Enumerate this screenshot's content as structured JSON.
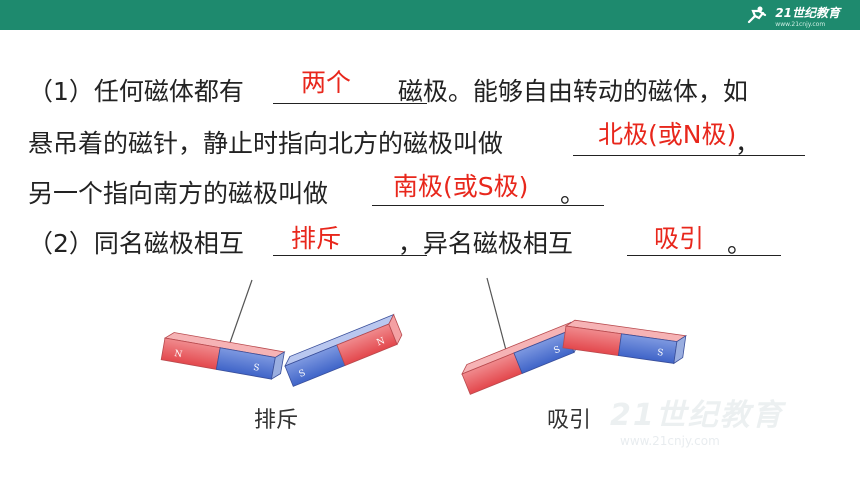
{
  "header": {
    "logo_text": "21世纪教育",
    "logo_url": "www.21cnjy.com"
  },
  "question1": {
    "line1_prefix": "（1）任何磁体都有",
    "line1_suffix": "磁极。能够自由转动的磁体，如",
    "answer1": "两个",
    "line2_text": "悬吊着的磁针，静止时指向北方的磁极叫做",
    "line2_end": "，",
    "answer2": "北极(或N极)",
    "line3_text": "另一个指向南方的磁极叫做",
    "line3_end": "。",
    "answer3": "南极(或S极)"
  },
  "question2": {
    "prefix": "（2）同名磁极相互",
    "middle": "，异名磁极相互",
    "end": "。",
    "answer1": "排斥",
    "answer2": "吸引"
  },
  "figure": {
    "caption_left": "排斥",
    "caption_right": "吸引",
    "pole_n": "N",
    "pole_s": "S",
    "colors": {
      "north": "#e8454a",
      "south": "#4a6fd0"
    }
  },
  "watermark": {
    "text": "21世纪教育",
    "url": "www.21cnjy.com"
  }
}
